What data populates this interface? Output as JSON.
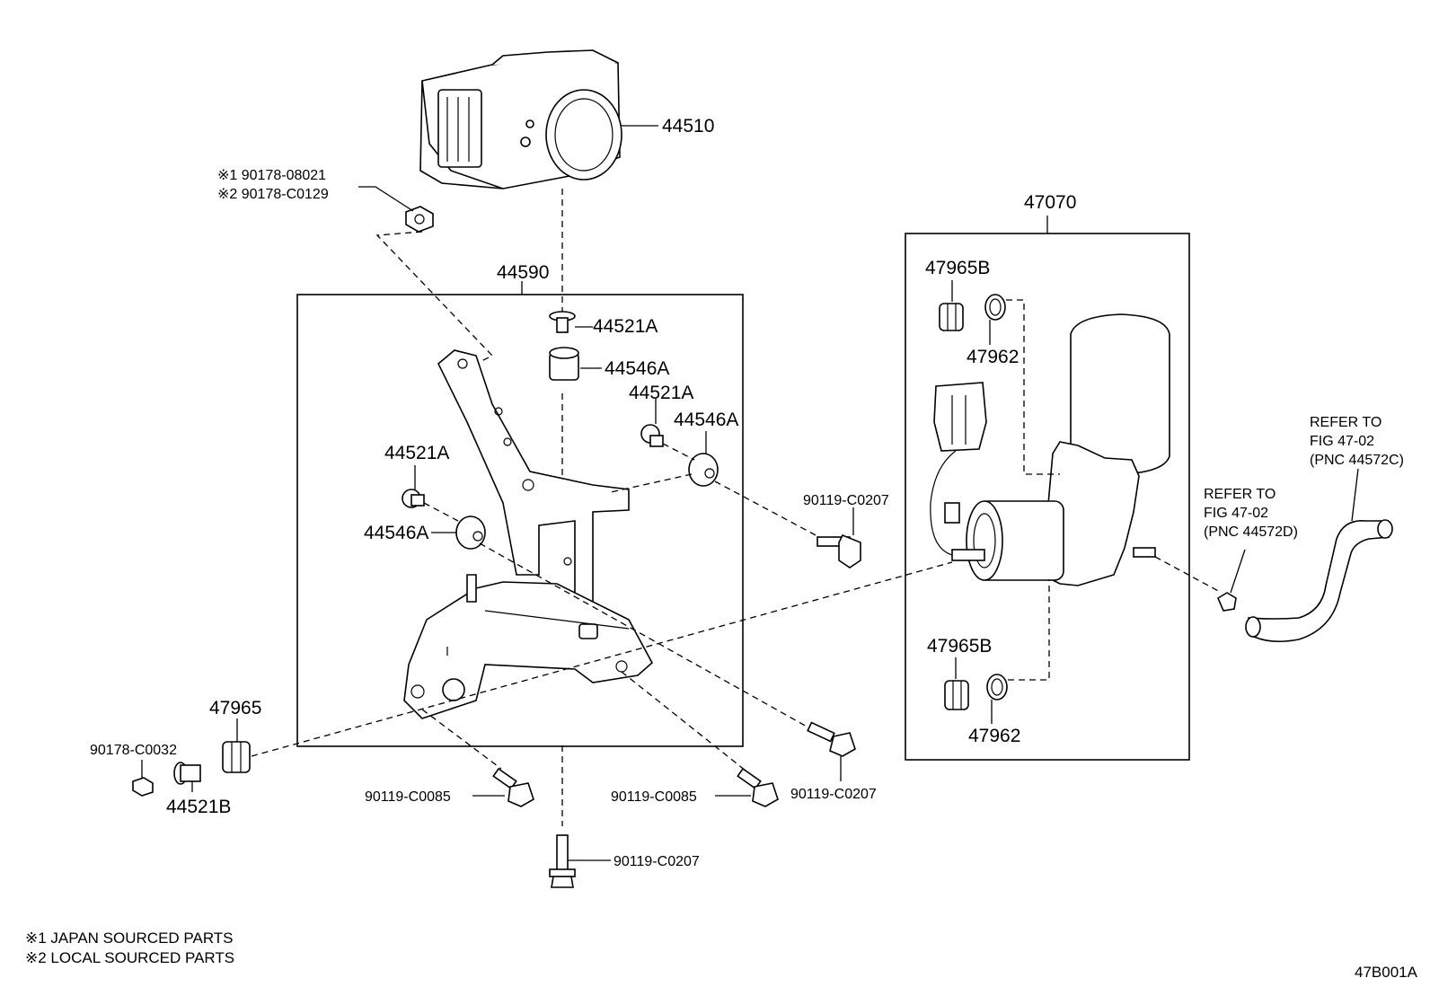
{
  "figure_id": "47B001A",
  "notes": [
    "※1 JAPAN SOURCED PARTS",
    "※2 LOCAL SOURCED PARTS"
  ],
  "labels": {
    "actuator": "44510",
    "nut_line1": "※1 90178-08021",
    "nut_line2": "※2 90178-C0129",
    "bracket_box": "44590",
    "collar_top": "44521A",
    "grommet_top": "44546A",
    "collar_right": "44521A",
    "grommet_right": "44546A",
    "collar_left": "44521A",
    "grommet_left": "44546A",
    "bolt_mid_right": "90119-C0207",
    "grommet_lower": "47965",
    "nut_lower": "90178-C0032",
    "collar_lower": "44521B",
    "bolt_bottom_left": "90119-C0085",
    "bolt_bottom_mid": "90119-C0085",
    "bolt_bottom_right": "90119-C0207",
    "bolt_bottom_center": "90119-C0207",
    "pump_box": "47070",
    "pump_grommet_top": "47965B",
    "pump_ring_top": "47962",
    "pump_grommet_bottom": "47965B",
    "pump_ring_bottom": "47962",
    "refer_c_1": "REFER TO",
    "refer_c_2": "FIG 47-02",
    "refer_c_3": "(PNC 44572C)",
    "refer_d_1": "REFER TO",
    "refer_d_2": "FIG 47-02",
    "refer_d_3": "(PNC 44572D)"
  }
}
